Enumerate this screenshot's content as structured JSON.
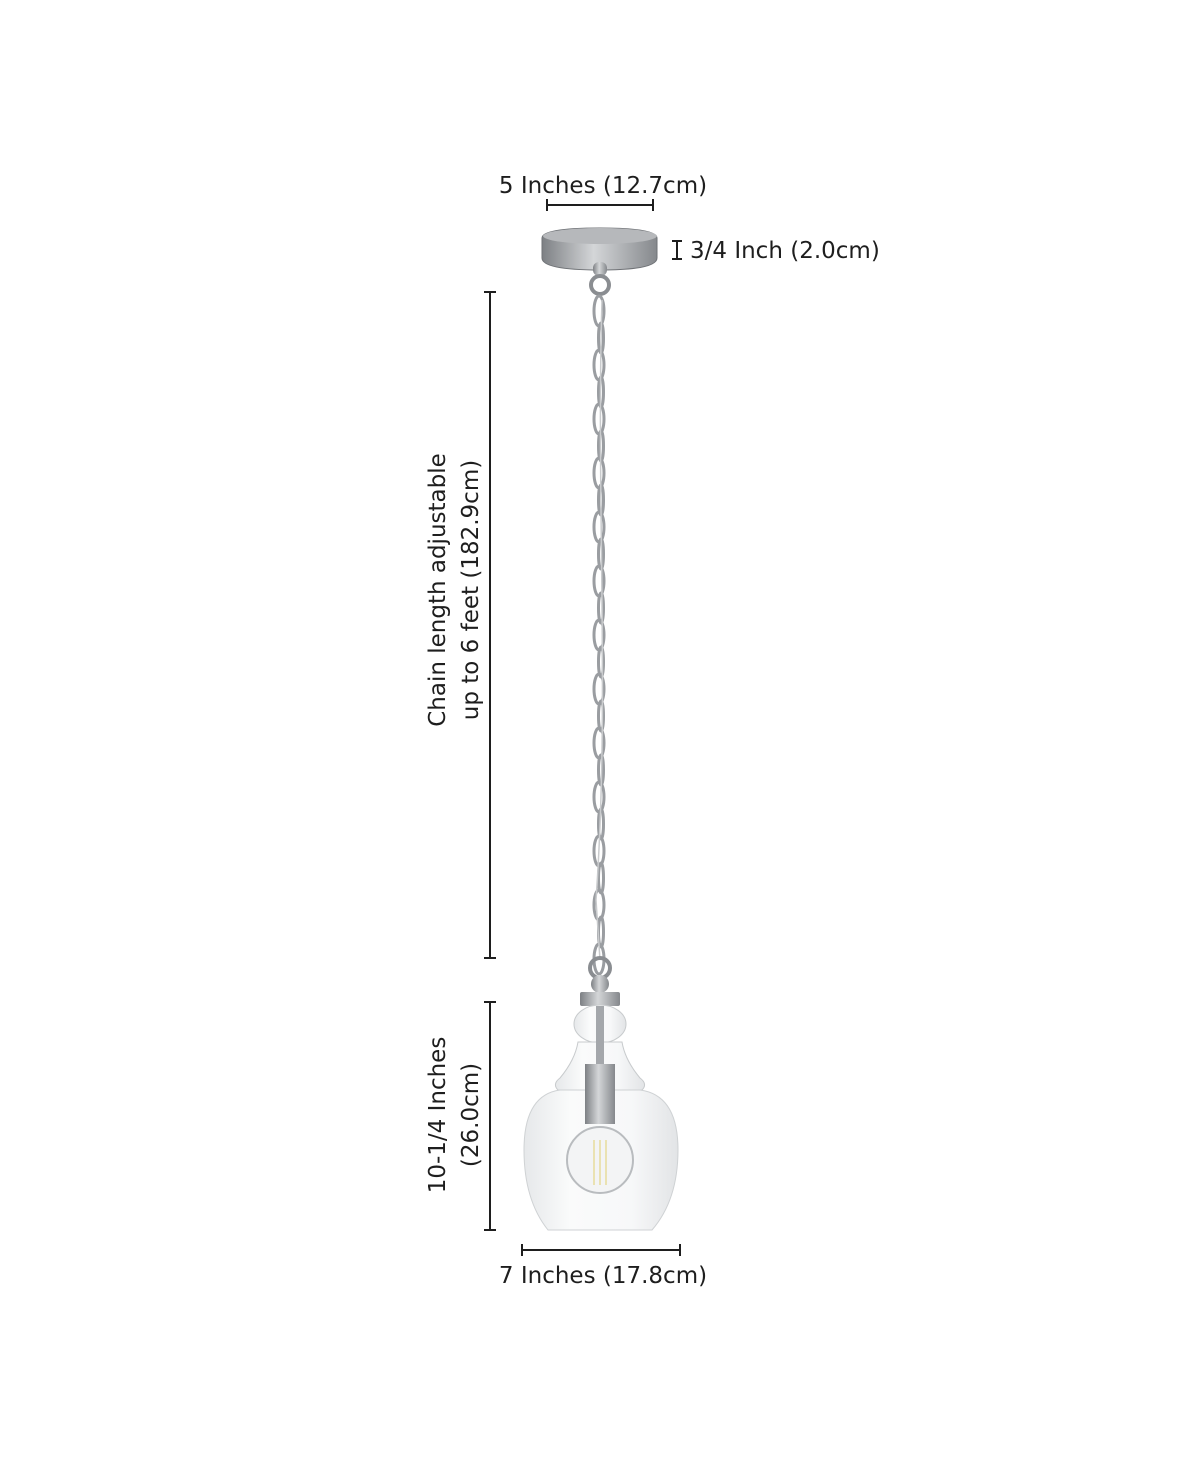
{
  "dimensions": {
    "canopy_width": "5 Inches (12.7cm)",
    "canopy_height": "3/4 Inch (2.0cm)",
    "chain_line1": "Chain length adjustable",
    "chain_line2": "up to 6 feet (182.9cm)",
    "shade_height_line1": "10-1/4 Inches",
    "shade_height_line2": "(26.0cm)",
    "shade_width": "7 Inches (17.8cm)"
  },
  "colors": {
    "metal": "#9a9da1",
    "line": "#1e1e1e"
  }
}
